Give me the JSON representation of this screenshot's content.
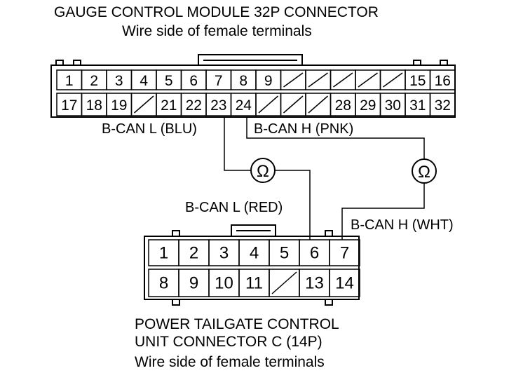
{
  "gauge_connector": {
    "title": "GAUGE CONTROL MODULE 32P CONNECTOR",
    "subtitle": "Wire side of female terminals",
    "top_row": [
      "1",
      "2",
      "3",
      "4",
      "5",
      "6",
      "7",
      "8",
      "9",
      "",
      "",
      "",
      "",
      "",
      "15",
      "16"
    ],
    "bottom_row": [
      "17",
      "18",
      "19",
      "",
      "21",
      "22",
      "23",
      "24",
      "",
      "",
      "",
      "28",
      "29",
      "30",
      "31",
      "32"
    ]
  },
  "wires": {
    "bcan_l_gauge": "B-CAN L (BLU)",
    "bcan_h_gauge": "B-CAN H (PNK)",
    "bcan_l_unit": "B-CAN L (RED)",
    "bcan_h_unit": "B-CAN H (WHT)"
  },
  "meter_symbol": "Ω",
  "tailgate_connector": {
    "title_line1": "POWER TAILGATE CONTROL",
    "title_line2": "UNIT CONNECTOR C (14P)",
    "subtitle": "Wire side of female terminals",
    "top_row": [
      "1",
      "2",
      "3",
      "4",
      "5",
      "6",
      "7"
    ],
    "bottom_row": [
      "8",
      "9",
      "10",
      "11",
      "",
      "13",
      "14"
    ]
  }
}
